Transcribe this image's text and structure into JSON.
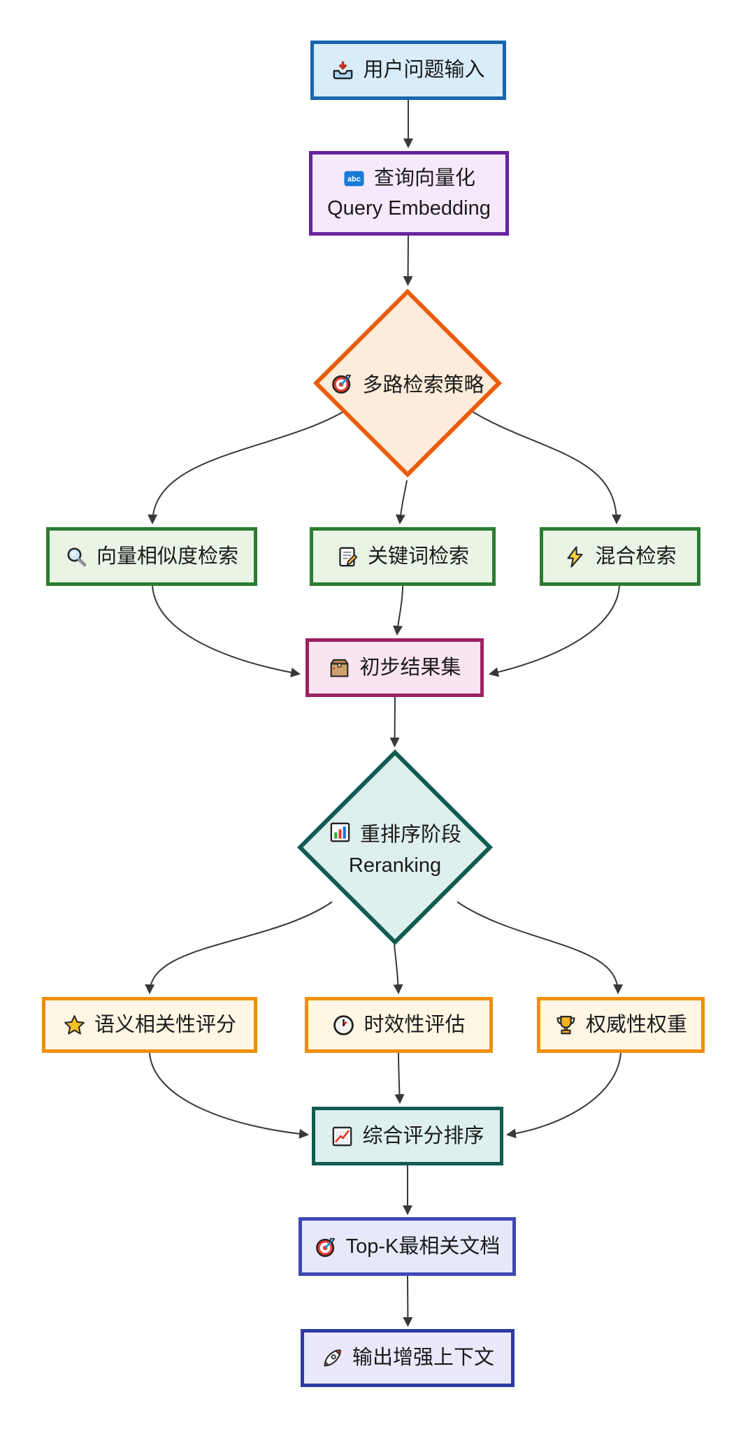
{
  "canvas": {
    "background": "#ffffff"
  },
  "edge_color": "#383838",
  "nodes": {
    "user_input": {
      "label": "用户问题输入",
      "icon": "inbox-tray",
      "icon_glyph": "📥",
      "fill": "#d8ecf9",
      "stroke": "#1766ad"
    },
    "query_embedding": {
      "label": "查询向量化",
      "sublabel": "Query Embedding",
      "icon": "abc-input",
      "icon_glyph": "🔤",
      "fill": "#f6e9fb",
      "stroke": "#6722a2"
    },
    "multi_retrieval": {
      "label": "多路检索策略",
      "icon": "target",
      "icon_glyph": "🎯",
      "fill": "#fcecd9",
      "stroke": "#e95d0c"
    },
    "vector_search": {
      "label": "向量相似度检索",
      "icon": "magnifier",
      "icon_glyph": "🔍",
      "fill": "#e9f4e5",
      "stroke": "#2b7d31"
    },
    "keyword_search": {
      "label": "关键词检索",
      "icon": "memo",
      "icon_glyph": "📝",
      "fill": "#e9f4e5",
      "stroke": "#2b7d31"
    },
    "hybrid_search": {
      "label": "混合检索",
      "icon": "lightning",
      "icon_glyph": "⚡",
      "fill": "#e9f4e5",
      "stroke": "#2b7d31"
    },
    "initial_results": {
      "label": "初步结果集",
      "icon": "package",
      "icon_glyph": "📦",
      "fill": "#fae4f1",
      "stroke": "#9e2063"
    },
    "reranking": {
      "label": "重排序阶段",
      "sublabel": "Reranking",
      "icon": "bar-chart",
      "icon_glyph": "📊",
      "fill": "#def0ed",
      "stroke": "#115c52"
    },
    "semantic_score": {
      "label": "语义相关性评分",
      "icon": "star",
      "icon_glyph": "⭐",
      "fill": "#fff7e4",
      "stroke": "#f08e07"
    },
    "timeliness_eval": {
      "label": "时效性评估",
      "icon": "clock",
      "icon_glyph": "🕐",
      "fill": "#fff7e4",
      "stroke": "#f08e07"
    },
    "authority_weight": {
      "label": "权威性权重",
      "icon": "trophy",
      "icon_glyph": "🏆",
      "fill": "#fff7e4",
      "stroke": "#f08e07"
    },
    "final_ranking": {
      "label": "综合评分排序",
      "icon": "chart-up",
      "icon_glyph": "📈",
      "fill": "#def0ed",
      "stroke": "#115c52"
    },
    "topk_docs": {
      "label": "Top-K最相关文档",
      "icon": "target",
      "icon_glyph": "🎯",
      "fill": "#e7e9fb",
      "stroke": "#3d49b5"
    },
    "output_context": {
      "label": "输出增强上下文",
      "icon": "rocket",
      "icon_glyph": "🚀",
      "fill": "#eae9fb",
      "stroke": "#2e3ba1"
    }
  },
  "edges": [
    {
      "from": "user_input",
      "to": "query_embedding"
    },
    {
      "from": "query_embedding",
      "to": "multi_retrieval"
    },
    {
      "from": "multi_retrieval",
      "to": "vector_search"
    },
    {
      "from": "multi_retrieval",
      "to": "keyword_search"
    },
    {
      "from": "multi_retrieval",
      "to": "hybrid_search"
    },
    {
      "from": "vector_search",
      "to": "initial_results"
    },
    {
      "from": "keyword_search",
      "to": "initial_results"
    },
    {
      "from": "hybrid_search",
      "to": "initial_results"
    },
    {
      "from": "initial_results",
      "to": "reranking"
    },
    {
      "from": "reranking",
      "to": "semantic_score"
    },
    {
      "from": "reranking",
      "to": "timeliness_eval"
    },
    {
      "from": "reranking",
      "to": "authority_weight"
    },
    {
      "from": "semantic_score",
      "to": "final_ranking"
    },
    {
      "from": "timeliness_eval",
      "to": "final_ranking"
    },
    {
      "from": "authority_weight",
      "to": "final_ranking"
    },
    {
      "from": "final_ranking",
      "to": "topk_docs"
    },
    {
      "from": "topk_docs",
      "to": "output_context"
    }
  ]
}
